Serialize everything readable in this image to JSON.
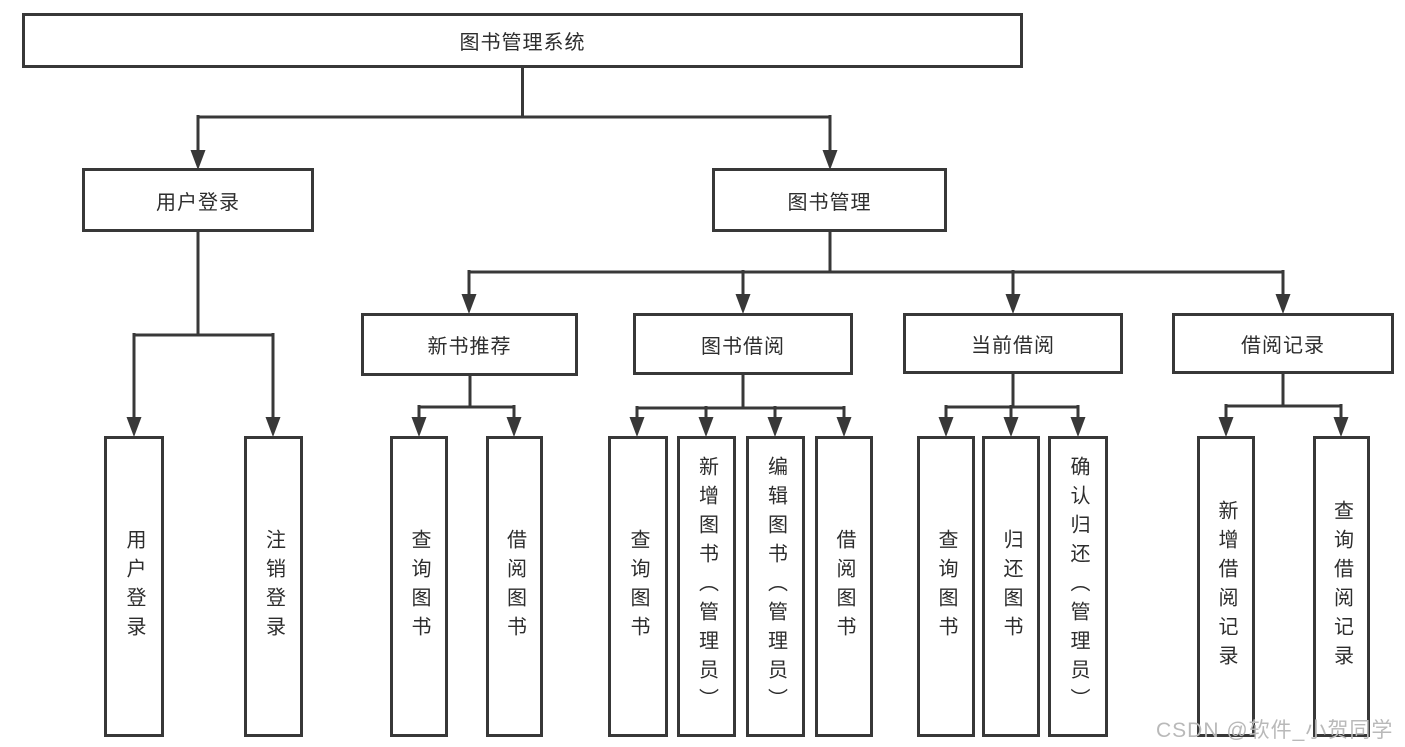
{
  "colors": {
    "line": "#383838",
    "text": "#2d2d2d",
    "box_background": "#ffffff",
    "watermark": "#b9b9b9"
  },
  "diagram": {
    "title": "图书管理系统",
    "branches": [
      {
        "label": "用户登录",
        "children": [
          {
            "label": "用户登录"
          },
          {
            "label": "注销登录"
          }
        ]
      },
      {
        "label": "图书管理",
        "children": [
          {
            "label": "新书推荐",
            "children": [
              {
                "label": "查询图书"
              },
              {
                "label": "借阅图书"
              }
            ]
          },
          {
            "label": "图书借阅",
            "children": [
              {
                "label": "查询图书"
              },
              {
                "label": "新增图书（管理员）"
              },
              {
                "label": "编辑图书（管理员）"
              },
              {
                "label": "借阅图书"
              }
            ]
          },
          {
            "label": "当前借阅",
            "children": [
              {
                "label": "查询图书"
              },
              {
                "label": "归还图书"
              },
              {
                "label": "确认归还（管理员）"
              }
            ]
          },
          {
            "label": "借阅记录",
            "children": [
              {
                "label": "新增借阅记录"
              },
              {
                "label": "查询借阅记录"
              }
            ]
          }
        ]
      }
    ]
  },
  "watermark": "CSDN @软件_小贺同学"
}
